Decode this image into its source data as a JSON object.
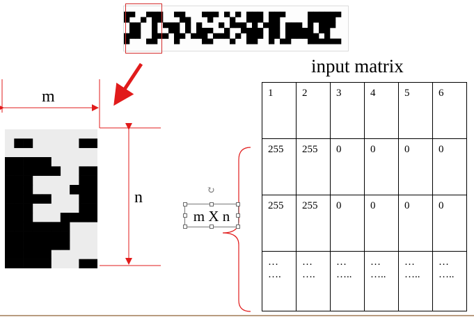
{
  "title": "input matrix",
  "labels": {
    "m": "m",
    "n": "n",
    "mxn": "m X n"
  },
  "colors": {
    "accent_red": "#e11b1b",
    "ink": "#000000"
  },
  "captcha": {
    "cols": 40,
    "rows": 8,
    "pixels": [
      "0000000000000000000000000000000000000000",
      "1100111001100011101010111011100001111110",
      "1001011000110001000100111011000001111100",
      "0110010111010100010111010111011101011100",
      "0110010011010111001001111011011111011000",
      "1110011101101110111010111011011111101000",
      "1000110001000011000100110010110001111110",
      "0000000000000000000000000000000000000000"
    ]
  },
  "char_grid": {
    "cols": 10,
    "rows": 15,
    "pixels": [
      "0000000000",
      "0110000011",
      "0000000000",
      "1111100000",
      "1111110011",
      "1110000011",
      "1110000111",
      "1111100011",
      "1110000011",
      "1110001111",
      "1111111000",
      "1111111000",
      "1111111000",
      "1111100000",
      "1111100011"
    ]
  },
  "matrix": {
    "rows": [
      [
        "1",
        "2",
        "3",
        "4",
        "5",
        "6"
      ],
      [
        "255",
        "255",
        "0",
        "0",
        "0",
        "0"
      ],
      [
        "255",
        "255",
        "0",
        "0",
        "0",
        "0"
      ]
    ],
    "last_row_line1": [
      "…",
      "…",
      "…",
      "…",
      "…",
      "…"
    ],
    "last_row_line2": [
      "….",
      "….",
      "…..",
      "…..",
      "…..",
      "….."
    ]
  }
}
